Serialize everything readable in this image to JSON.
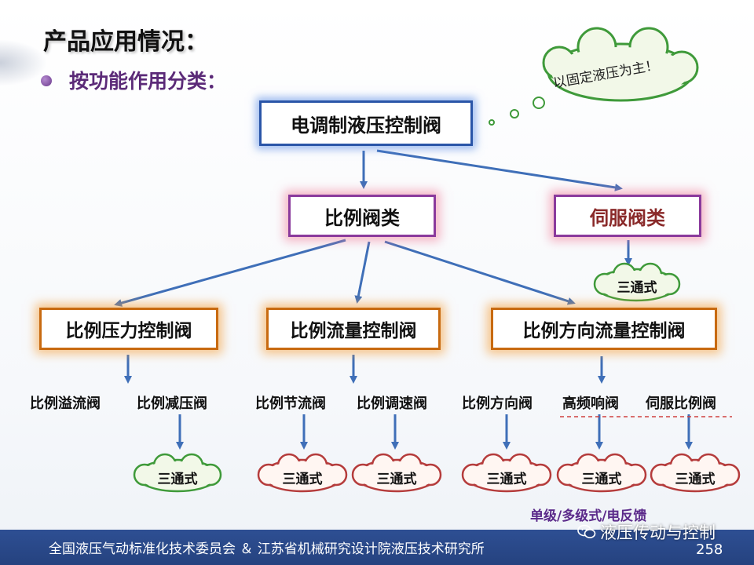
{
  "slide": {
    "title": "产品应用情况：",
    "subtitle": "按功能作用分类："
  },
  "note": "以固定液压为主！",
  "nodes": {
    "root": "电调制液压控制阀",
    "proportional": "比例阀类",
    "servo": "伺服阀类",
    "servo_child": "三通式",
    "prop_pressure": "比例压力控制阀",
    "prop_flow": "比例流量控制阀",
    "prop_direction_flow": "比例方向流量控制阀"
  },
  "leaves": {
    "overflow": "比例溢流阀",
    "reducing": "比例减压阀",
    "throttle": "比例节流阀",
    "speed": "比例调速阀",
    "direction": "比例方向阀",
    "high_freq": "高频响阀",
    "servo_prop": "伺服比例阀"
  },
  "three_way": [
    "三通式",
    "三通式",
    "三通式",
    "三通式",
    "三通式",
    "三通式"
  ],
  "annotation": "单级/多级式/电反馈",
  "footer": {
    "organizations": "全国液压气动标准化技术委员会 ＆ 江苏省机械研究设计院液压技术研究所",
    "wechat": "液压传动与控制",
    "page": "258"
  },
  "colors": {
    "arrow": "#3f6fb8",
    "root_border": "#2a55a8",
    "mid_border": "#8a3a9c",
    "low_border": "#c86a10",
    "cloud_fill": "#f2f8e8",
    "cloud_green": "#3f9a3a",
    "cloud_red": "#b53c3c",
    "footer_bg": "#2e4f93"
  }
}
